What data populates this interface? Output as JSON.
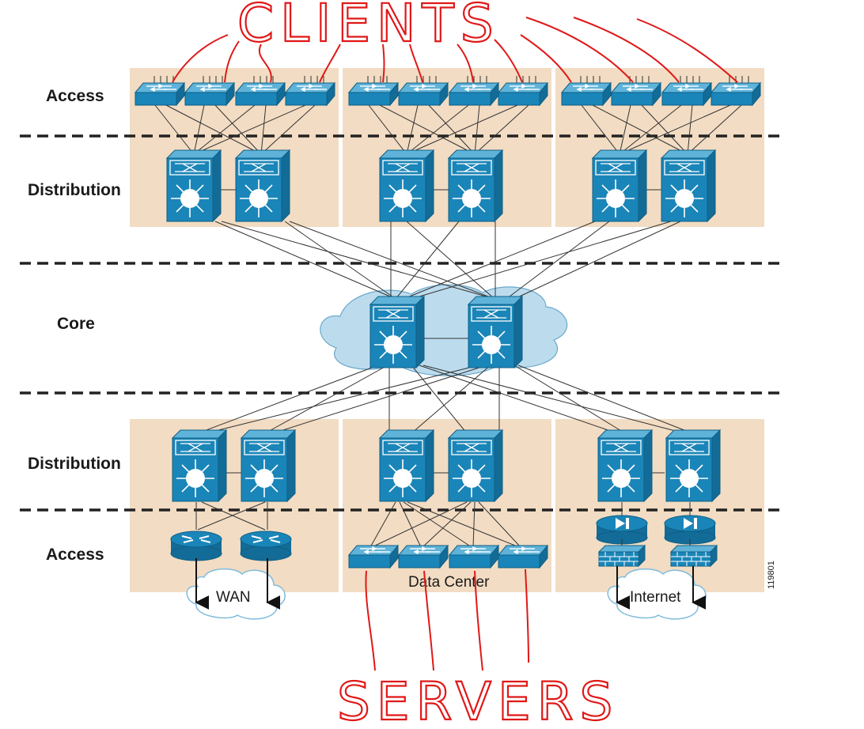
{
  "annotations": {
    "clients": "CLIENTS",
    "servers": "SERVERS",
    "color": "#e01818"
  },
  "layers": {
    "access_top": "Access",
    "distribution_top": "Distribution",
    "core": "Core",
    "distribution_bottom": "Distribution",
    "access_bottom": "Access"
  },
  "clouds": {
    "wan": "WAN",
    "internet": "Internet"
  },
  "blocks": {
    "data_center": "Data Center"
  },
  "figure_id": "119801",
  "colors": {
    "block_fill": "#f2dcc3",
    "device_blue": "#1a85b8",
    "core_cloud": "#bcdcee",
    "edge_cloud": "#ffffff",
    "separator": "#222222",
    "link": "#333333"
  },
  "icons": [
    "layer2-switch-icon",
    "layer3-switch-icon",
    "router-icon",
    "vpn-concentrator-icon",
    "firewall-icon",
    "cloud-icon"
  ]
}
